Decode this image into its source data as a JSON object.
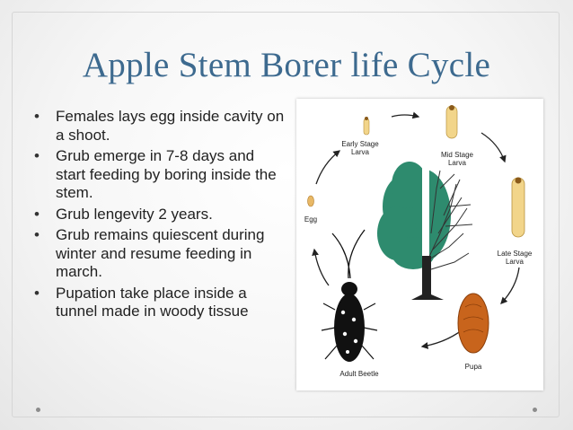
{
  "slide": {
    "title": "Apple Stem Borer life Cycle",
    "bullets": [
      "Females lays egg inside cavity on a shoot.",
      "Grub emerge in 7-8 days and start feeding by boring inside the stem.",
      "Grub lengevity 2 years.",
      "Grub remains quiescent during winter and resume feeding in march.",
      "Pupation take place inside a tunnel made in woody tissue"
    ],
    "bullet_symbol": "•"
  },
  "diagram": {
    "labels": {
      "early_stage_larva": "Early Stage Larva",
      "mid_stage_larva": "Mid Stage Larva",
      "egg": "Egg",
      "late_stage_larva": "Late Stage Larva",
      "adult_beetle": "Adult Beetle",
      "pupa": "Pupa"
    }
  },
  "colors": {
    "title": "#3d6a8f",
    "foliage": "#2e8b6e",
    "larva": "#f2d58a",
    "pupa": "#c8641c",
    "beetle": "#111111"
  }
}
